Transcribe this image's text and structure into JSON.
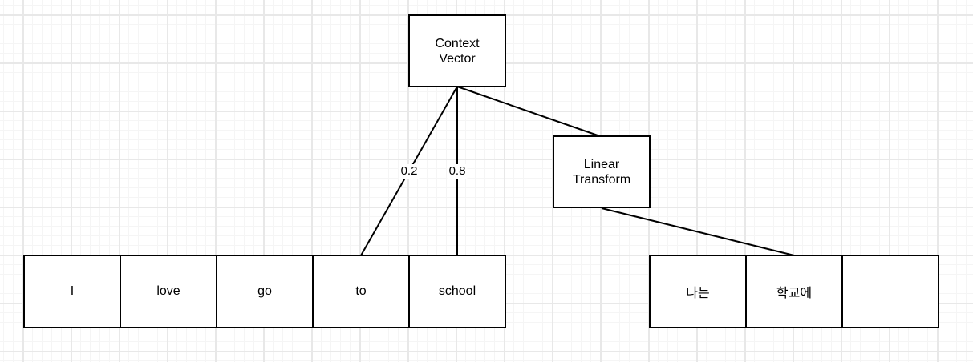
{
  "colors": {
    "background": "#ffffff",
    "grid_major": "#e8e8e8",
    "grid_minor": "#f5f5f5",
    "stroke": "#000000",
    "node_fill": "#ffffff",
    "text": "#000000"
  },
  "nodes": {
    "context_vector": {
      "label": "Context Vector"
    },
    "linear_transform": {
      "label": "Linear Transform"
    }
  },
  "edge_labels": {
    "to_weight": "0.2",
    "school_weight": "0.8"
  },
  "source_sequence": {
    "cells": [
      "I",
      "love",
      "go",
      "to",
      "school"
    ]
  },
  "target_sequence": {
    "cells": [
      "나는",
      "학교에",
      ""
    ]
  }
}
